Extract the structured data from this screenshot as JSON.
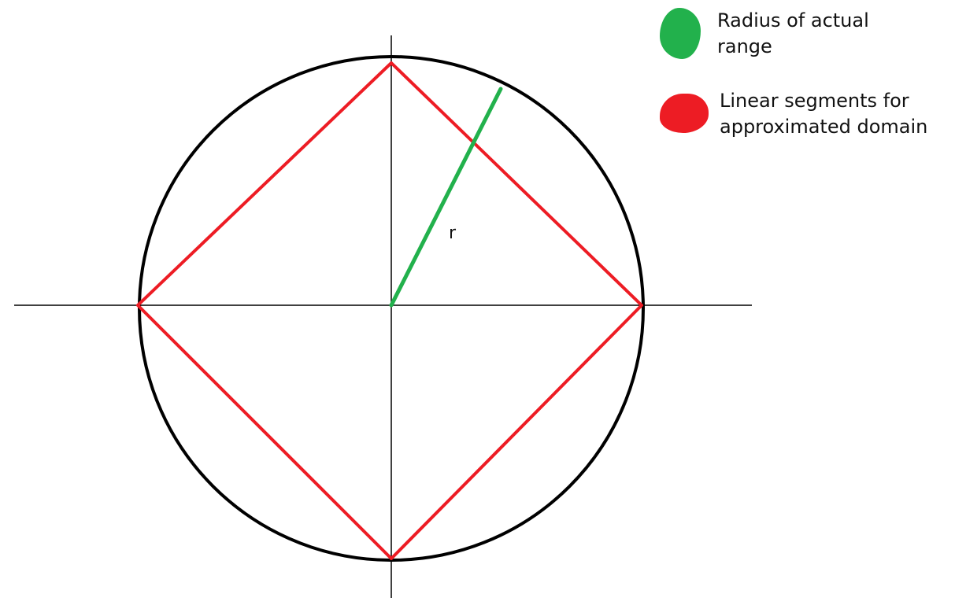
{
  "diagram": {
    "radius_label": "r"
  },
  "legend": {
    "items": [
      {
        "label_line1": "Radius of actual",
        "label_line2": "range",
        "color": "#22b14c",
        "icon": "green-blob-icon"
      },
      {
        "label_line1": "Linear segments for",
        "label_line2": "approximated domain",
        "color": "#ed1c24",
        "icon": "red-blob-icon"
      }
    ]
  },
  "colors": {
    "circle": "#000000",
    "axes": "#000000",
    "radius": "#22b14c",
    "segments": "#ed1c24"
  }
}
